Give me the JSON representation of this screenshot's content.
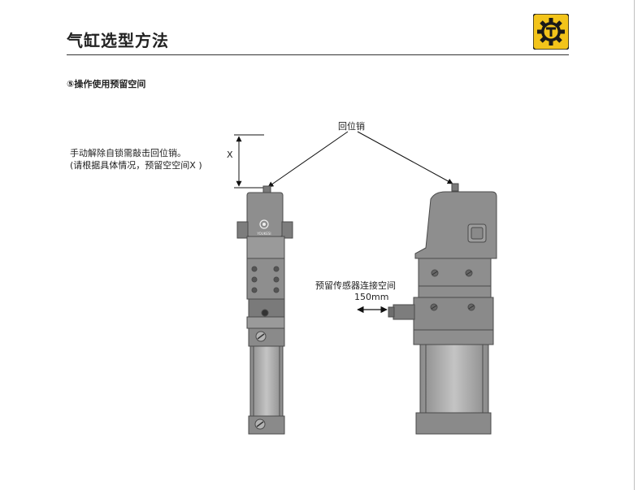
{
  "header": {
    "title": "气缸选型方法"
  },
  "section": {
    "heading": "⑤操作使用预留空间"
  },
  "note": {
    "line1": "手动解除自锁需敲击回位销。",
    "line2": "(请根据具体情况，预留空空间X )"
  },
  "labels": {
    "x": "X",
    "pin": "回位销",
    "sensor": "预留传感器连接空间",
    "sensor_dim": "150mm",
    "brand": "YOUKESI"
  },
  "colors": {
    "accent_yellow": "#f3c41a",
    "metal": "#8e8e8e",
    "metal_dark": "#6e6e6e",
    "metal_light": "#b3b3b3"
  }
}
